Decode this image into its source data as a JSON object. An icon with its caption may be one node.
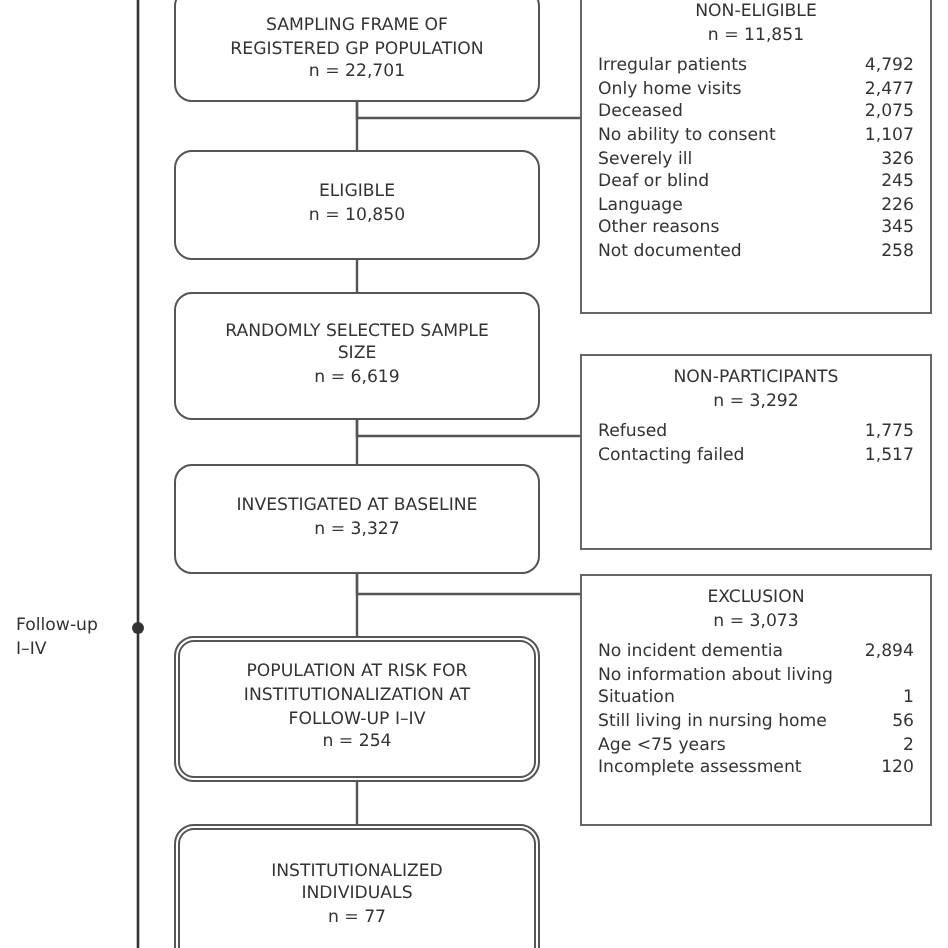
{
  "diagram": {
    "nodes": [
      {
        "text": [
          "SAMPLING FRAME OF REGISTERED GP POPULATION",
          "n = 22,701"
        ]
      },
      {
        "text": [
          "ELIGIBLE",
          "n = 10,850"
        ]
      },
      {
        "text": [
          "RANDOMLY SELECTED SAMPLE SIZE",
          "n = 6,619"
        ]
      },
      {
        "text": [
          "INVESTIGATED AT BASELINE",
          "n = 3,327"
        ]
      },
      {
        "text": [
          "POPULATION AT RISK FOR INSTITUTIONALIZATION AT FOLLOW-UP I–IV",
          "n = 254"
        ]
      },
      {
        "text": [
          "INSTITUTIONALIZED INDIVIDUALS",
          "n = 77"
        ]
      },
      {
        "text": [
          "NON-ELIGIBLE",
          "n = 11,851",
          "Irregular patients",
          "4,792",
          "Only home visits",
          "2,477",
          "Deceased",
          "2,075",
          "No ability to consent",
          "1,107",
          "Severely ill",
          "326",
          "Deaf or blind",
          "245",
          "Language",
          "226",
          "Other reasons",
          "345",
          "Not documented",
          "258"
        ]
      },
      {
        "text": [
          "NON-PARTICIPANTS",
          "n = 3,292",
          "Refused",
          "1,775",
          "Contacting failed",
          "1,517"
        ]
      },
      {
        "text": [
          "EXCLUSION",
          "n = 3,073",
          "No incident dementia",
          "2,894",
          "No information about living Situation",
          "1",
          "Still living in nursing home",
          "56",
          "Age <75 years",
          "2",
          "Incomplete assessment",
          "120"
        ]
      }
    ],
    "edges": [
      {
        "from": 0,
        "to": 1,
        "arrow": "none"
      },
      {
        "from": 0,
        "to": 6,
        "arrow": "none"
      },
      {
        "from": 1,
        "to": 2,
        "arrow": "none"
      },
      {
        "from": 2,
        "to": 3,
        "arrow": "none"
      },
      {
        "from": 2,
        "to": 7,
        "arrow": "none"
      },
      {
        "from": 3,
        "to": 4,
        "arrow": "none"
      },
      {
        "from": 3,
        "to": 8,
        "arrow": "none"
      },
      {
        "from": 4,
        "to": 5,
        "arrow": "none"
      }
    ],
    "labels": [
      "Follow-up I–IV"
    ]
  }
}
